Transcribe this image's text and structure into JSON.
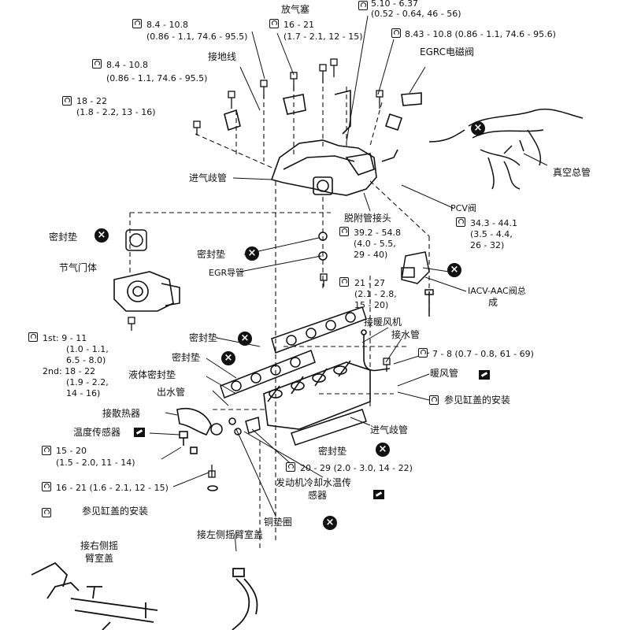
{
  "labels": {
    "fangqisai": "放气塞",
    "t_510": "5.10 - 6.37",
    "t_510b": "(0.52 - 0.64, 46 - 56)",
    "t_84a": "8.4 - 10.8",
    "t_84ab": "(0.86 - 1.1, 74.6 - 95.5)",
    "t_1621a": "16 - 21",
    "t_1621ab": "(1.7 - 2.1, 12 - 15)",
    "t_843": "8.43 - 10.8 (0.86 - 1.1, 74.6 - 95.6)",
    "egrc": "EGRC电磁阀",
    "jiedixian": "接地线",
    "t_84b": "8.4 - 10.8",
    "t_84bb": "(0.86 - 1.1, 74.6 - 95.5)",
    "t_1822": "18 - 22",
    "t_1822b": "(1.8 - 2.2, 13 - 16)",
    "zhenkong": "真空总管",
    "jinqiqiguan_top": "进气歧管",
    "pcv": "PCV阀",
    "tuofu": "脱附管接头",
    "t_343": "34.3 - 44.1",
    "t_343b": "(3.5 - 4.4,",
    "t_343c": "26 - 32)",
    "t_392": "39.2 - 54.8",
    "t_392b": "(4.0 - 5.5,",
    "t_392c": "29 - 40)",
    "mifengdian_1": "密封垫",
    "mifengdian_2": "密封垫",
    "jieqimenti": "节气门体",
    "egrdaoguan": "EGR导管",
    "t_2127": "21 - 27",
    "t_2127b": "(2.1 - 2.8,",
    "t_2127c": "15 - 20)",
    "iacv": "IACV-AAC阀总",
    "iacv2": "成",
    "t_1st": "1st: 9 - 11",
    "t_1stb": "(1.0 - 1.1,",
    "t_1stc": "6.5 - 8.0)",
    "t_2nd": "2nd: 18 - 22",
    "t_2ndb": "(1.9 - 2.2,",
    "t_2ndc": "14 - 16)",
    "jienuanfengji": "接暖风机",
    "jieshuiguan": "接水管",
    "mifengdian_3": "密封垫",
    "mifengdian_4": "密封垫",
    "t_78": "7 - 8 (0.7 - 0.8, 61 - 69)",
    "yetimifengdian": "液体密封垫",
    "nuanfengguan": "暖风管",
    "chushuiguan": "出水管",
    "cankaogangai_r": "参见缸盖的安装",
    "jiesanreqi": "接散热器",
    "wenduchuanganqi": "温度传感器",
    "jinqiqiguan_bot": "进气歧管",
    "t_1520": "15 - 20",
    "t_1520b": "(1.5 - 2.0, 11 - 14)",
    "mifengdian_5": "密封垫",
    "t_2029": "20 - 29 (2.0 - 3.0, 14 - 22)",
    "t_1621b": "16 - 21 (1.6 - 2.1, 12 - 15)",
    "fadongji": "发动机冷却水温传",
    "fadongji2": "感器",
    "cankaogangai_l": "参见缸盖的安装",
    "tongdianquan": "铜垫圈",
    "jieyoucebi": "接右侧摇",
    "jieyoucebi2": "臂室盖",
    "jiezuocebi": "接左侧摇臂室盖"
  }
}
